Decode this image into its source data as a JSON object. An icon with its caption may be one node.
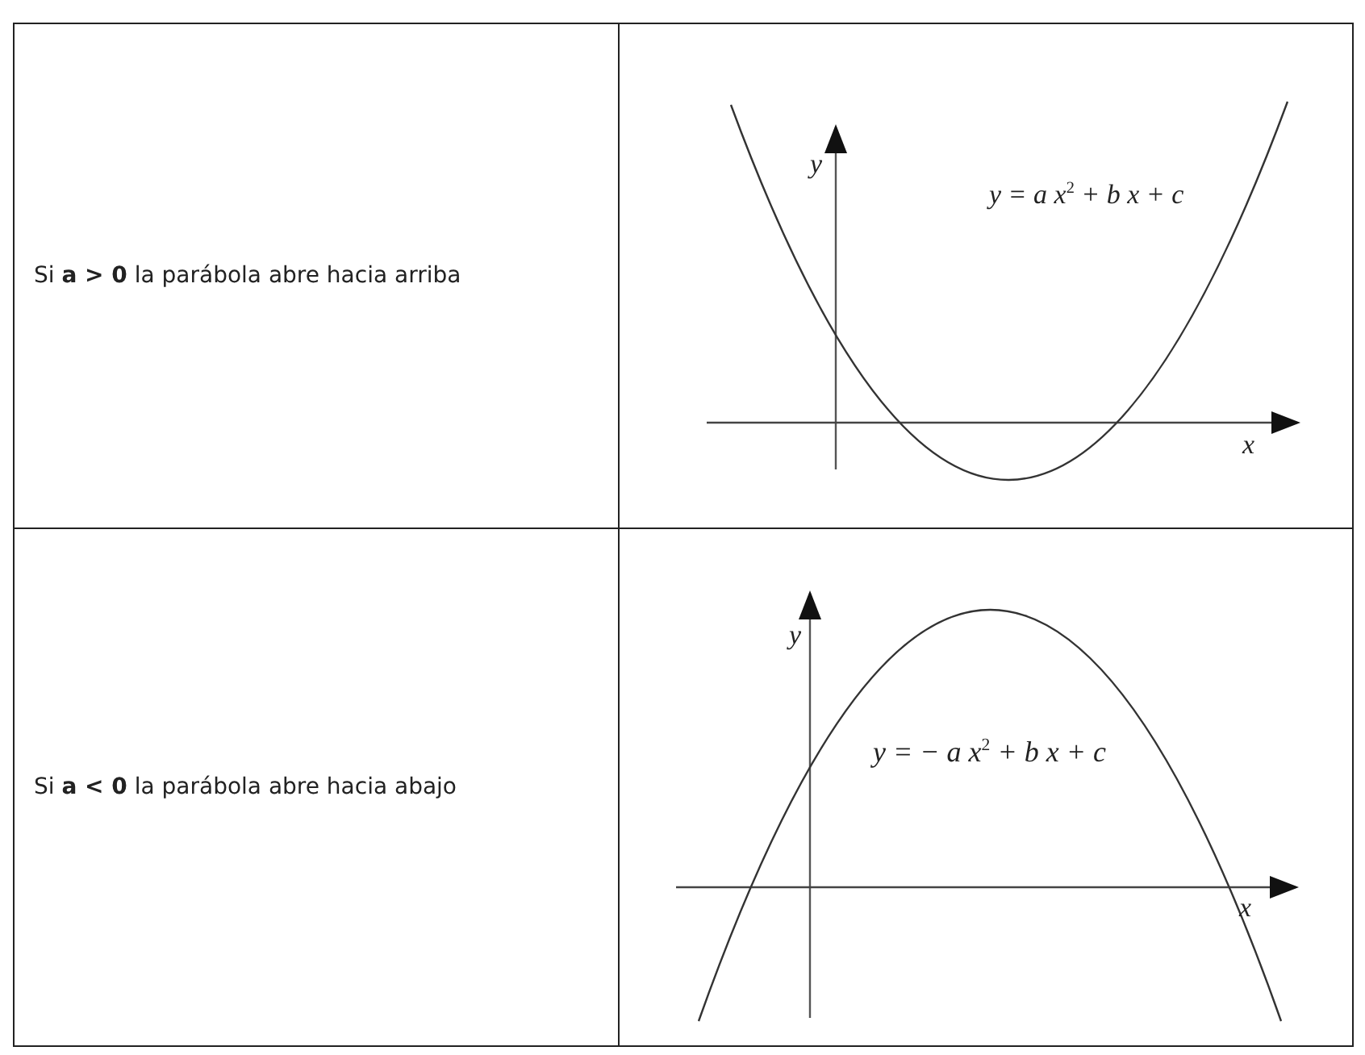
{
  "diagram": {
    "labels": [
      "Si **a > 0** la parábola abre hacia arriba",
      "y",
      "y = a x$^{2}$ + b x + c",
      "x",
      "Si **a < 0** la parábola abre hacia abajo",
      "y",
      "y = − a x$^{2}$ + b x + c",
      "x"
    ]
  }
}
